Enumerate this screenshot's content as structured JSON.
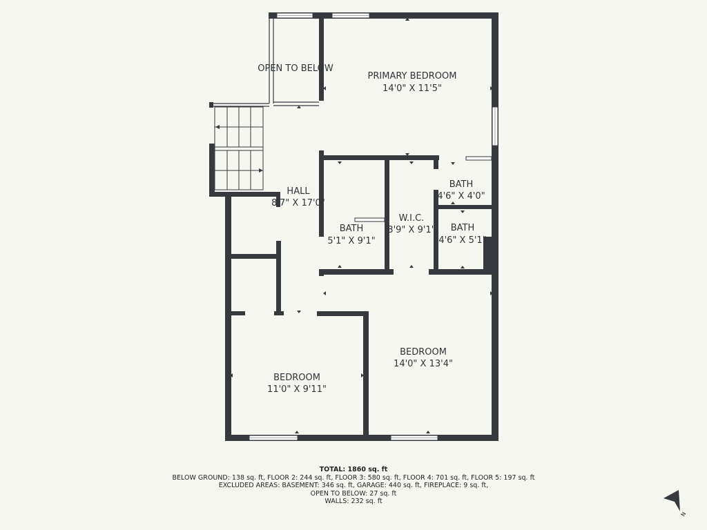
{
  "rooms": {
    "open_to_below": {
      "name": "OPEN TO BELOW"
    },
    "primary_bedroom": {
      "name": "PRIMARY BEDROOM",
      "dims": "14'0\" X 11'5\""
    },
    "hall": {
      "name": "HALL",
      "dims": "8'7\" X 17'0\""
    },
    "bath_ensuite": {
      "name": "BATH",
      "dims": "4'6\" X 4'0\""
    },
    "bath_small": {
      "name": "BATH",
      "dims": "4'6\" X 5'1\""
    },
    "wic": {
      "name": "W.I.C.",
      "dims": "3'9\" X 9'1\""
    },
    "bath_main": {
      "name": "BATH",
      "dims": "5'1\" X 9'1\""
    },
    "bedroom_right": {
      "name": "BEDROOM",
      "dims": "14'0\" X 13'4\""
    },
    "bedroom_left": {
      "name": "BEDROOM",
      "dims": "11'0\" X 9'11\""
    }
  },
  "summary": {
    "total": "TOTAL: 1860 sq. ft",
    "line1": "BELOW GROUND: 138 sq. ft, FLOOR 2: 244 sq. ft, FLOOR 3: 580 sq. ft, FLOOR 4: 701 sq. ft, FLOOR 5: 197 sq. ft",
    "line2": "EXCLUDED AREAS: BASEMENT: 346 sq. ft, GARAGE: 440 sq. ft, FIREPLACE: 9 sq. ft,",
    "line3": "OPEN TO BELOW: 27 sq. ft",
    "line4": "WALLS: 232 sq. ft"
  },
  "compass": {
    "label": "N"
  },
  "colors": {
    "wall": "#363a3e",
    "background": "#f7f7f2"
  }
}
